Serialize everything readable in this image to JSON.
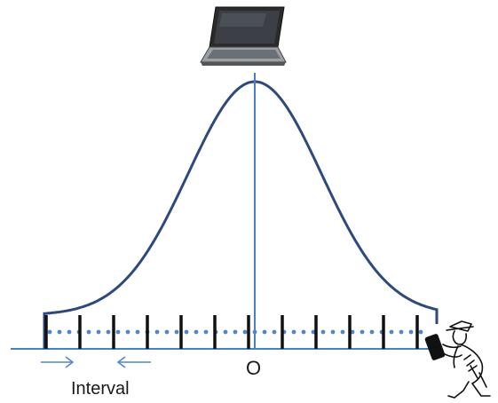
{
  "labels": {
    "origin": "O",
    "interval": "Interval"
  },
  "colors": {
    "curve": "#2e4a7d",
    "axis": "#4a7fc1",
    "dots": "#4f86c6",
    "ticks": "#111111",
    "arrows": "#4f86c6"
  },
  "icons": {
    "top": "laptop-icon",
    "right": "person-with-device-icon"
  },
  "diagram": {
    "tick_count": 12
  }
}
